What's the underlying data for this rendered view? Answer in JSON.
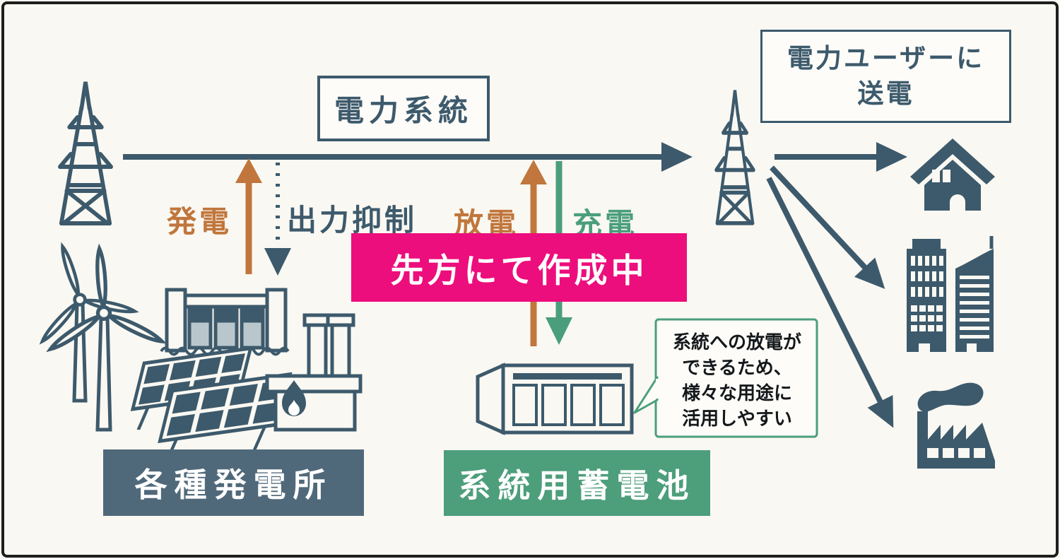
{
  "diagram": {
    "power_grid_label": "電力系統",
    "transmission_box": {
      "line1": "電力ユーザーに",
      "line2": "送電"
    },
    "flows": {
      "generation": "発電",
      "curtailment": "出力抑制",
      "discharge": "放電",
      "charge": "充電"
    },
    "wip_banner": "先方にて作成中",
    "plants_label": "各種発電所",
    "battery_label": "系統用蓄電池",
    "speech_bubble": {
      "lines": [
        "系統への放電が",
        "できるため、",
        "様々な用途に",
        "活用しやすい"
      ]
    },
    "colors": {
      "dark_slate": "#3d5a6c",
      "orange": "#c0763c",
      "green": "#4a9e7c",
      "magenta": "#ec0e7c",
      "plants_label_bg": "#50697a",
      "battery_label_bg": "#4d9e7b",
      "background": "#faf8f2"
    }
  }
}
